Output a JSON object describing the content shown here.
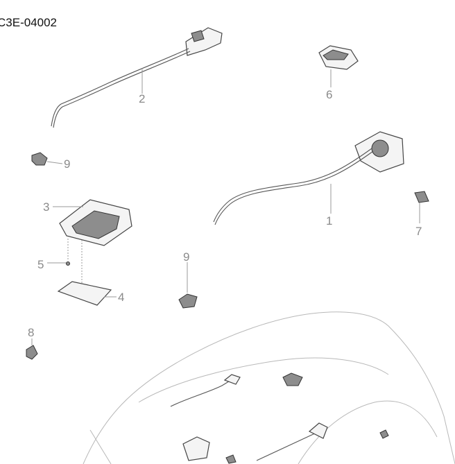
{
  "drawing_code": "C3E-04002",
  "callouts": [
    {
      "id": "1",
      "label": "1"
    },
    {
      "id": "2",
      "label": "2"
    },
    {
      "id": "3",
      "label": "3"
    },
    {
      "id": "4",
      "label": "4"
    },
    {
      "id": "5",
      "label": "5"
    },
    {
      "id": "6",
      "label": "6"
    },
    {
      "id": "7",
      "label": "7"
    },
    {
      "id": "8",
      "label": "8"
    },
    {
      "id": "9a",
      "label": "9"
    },
    {
      "id": "9b",
      "label": "9"
    }
  ]
}
